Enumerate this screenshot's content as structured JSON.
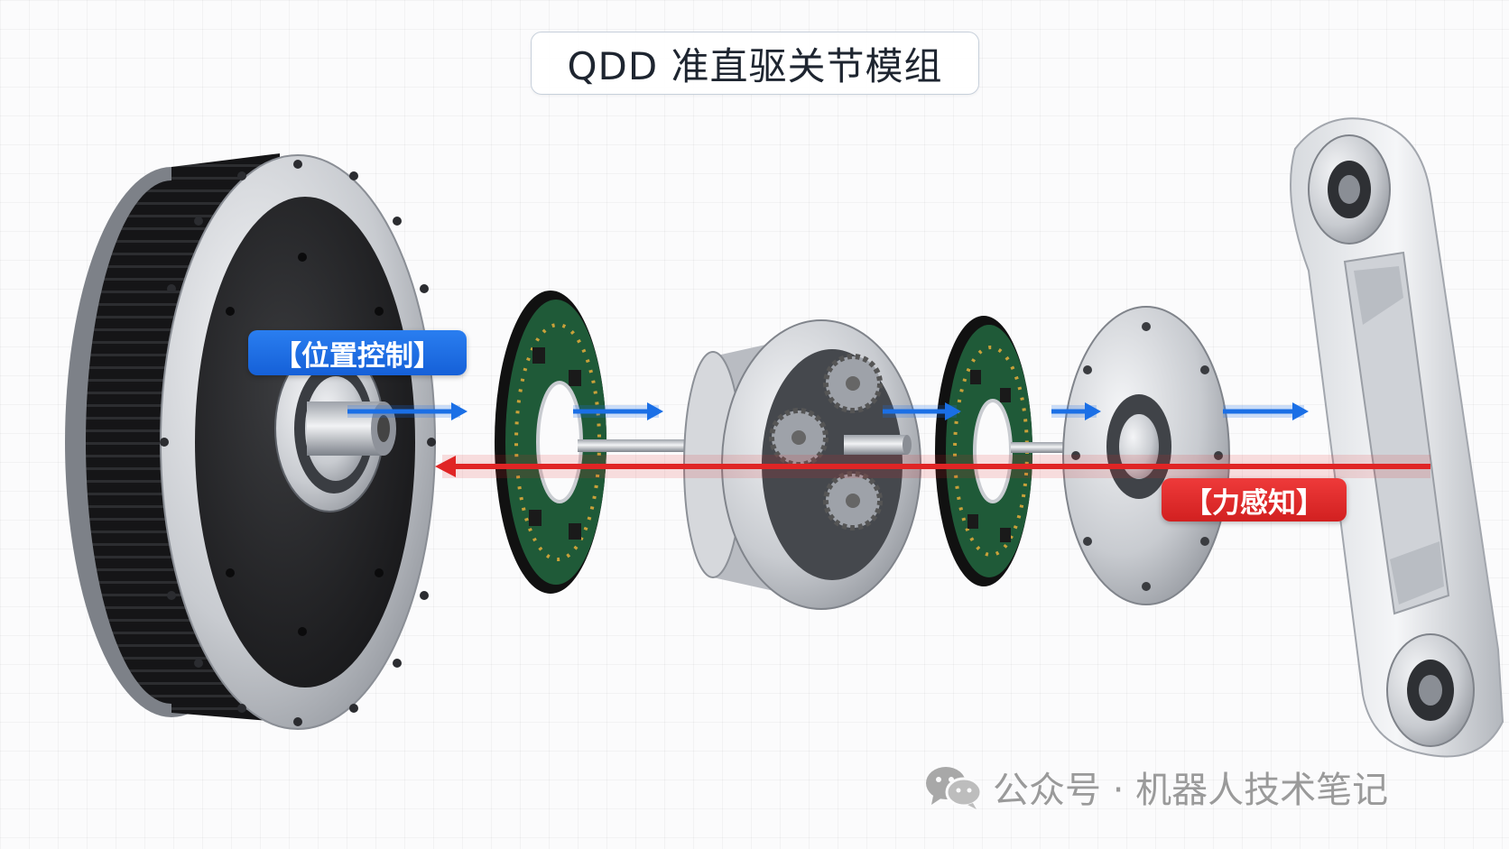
{
  "title": "QDD 准直驱关节模组",
  "labels": {
    "position_control": "【位置控制】",
    "force_sensing": "【力感知】"
  },
  "watermark": {
    "text": "公众号 · 机器人技术笔记",
    "icon": "wechat-icon"
  },
  "colors": {
    "position_flow": "#1a6fe6",
    "force_flow": "#e02525",
    "pcb_green": "#1f5a38",
    "motor_black": "#1b1b1d",
    "aluminum": "#c9ccd1"
  },
  "components": [
    "frameless-motor-stator",
    "motor-encoder-pcb",
    "planetary-gearbox",
    "output-encoder-pcb",
    "output-flange",
    "robot-link-arm"
  ]
}
